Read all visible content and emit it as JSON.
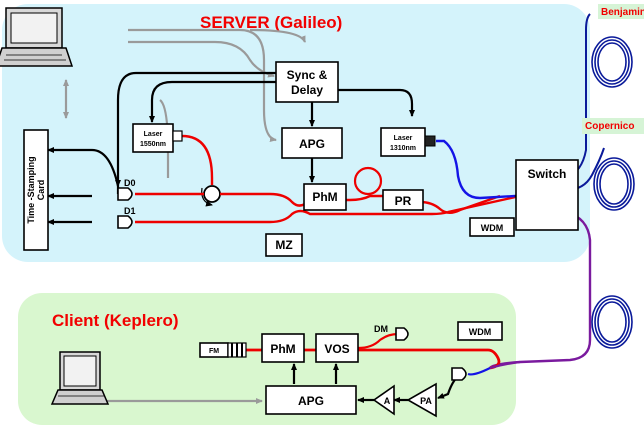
{
  "server": {
    "title": "SERVER (Galileo)",
    "labels": {
      "sync_line1": "Sync &",
      "sync_line2": "Delay",
      "apg": "APG",
      "laser1550_line1": "Laser",
      "laser1550_line2": "1550nm",
      "laser1310_line1": "Laser",
      "laser1310_line2": "1310nm",
      "tsc_line1": "Time -Stamping",
      "tsc_line2": "Card",
      "phm": "PhM",
      "pr": "PR",
      "mz": "MZ",
      "wdm": "WDM",
      "switch": "Switch",
      "d0": "D0",
      "d1": "D1"
    }
  },
  "client": {
    "title": "Client (Keplero)",
    "labels": {
      "fm": "FM",
      "phm": "PhM",
      "vos": "VOS",
      "dm": "DM",
      "wdm": "WDM",
      "apg": "APG",
      "a": "A",
      "pa": "PA"
    }
  },
  "remote_nodes": {
    "benjamin": "Benjamin",
    "copernico": "Copernico"
  },
  "colors": {
    "server_bg": "#d4f3fb",
    "client_bg": "#d9f7cf",
    "title_red": "#f20000",
    "tag_bg": "#d6f4d6",
    "fiber_red": "#ee0000",
    "fiber_blue": "#1414e6",
    "fiber_purple": "#7a1a9e",
    "fiber_navy": "#0a1a9a",
    "sync_grey": "#9a9a9a",
    "signal_black": "#000000"
  }
}
